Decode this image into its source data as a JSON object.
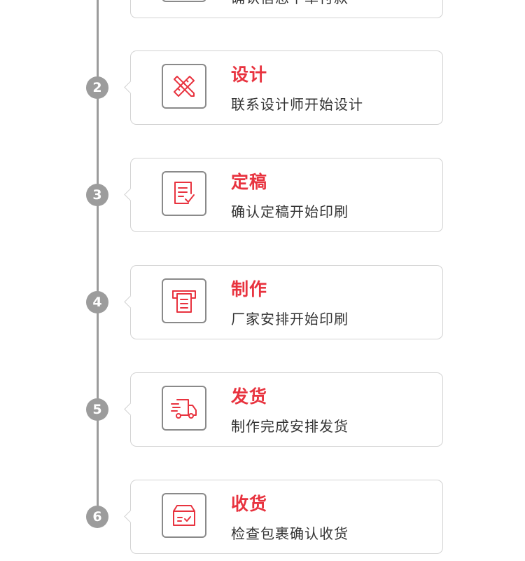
{
  "colors": {
    "accent": "#e8333f",
    "line": "#9c9c9c",
    "border": "#d3d3d3",
    "text": "#333333"
  },
  "steps": [
    {
      "number": "",
      "title": "",
      "desc": "确认信息下单付款",
      "icon": "partial-icon"
    },
    {
      "number": "2",
      "title": "设计",
      "desc": "联系设计师开始设计",
      "icon": "pencil-ruler-icon"
    },
    {
      "number": "3",
      "title": "定稿",
      "desc": "确认定稿开始印刷",
      "icon": "document-check-icon"
    },
    {
      "number": "4",
      "title": "制作",
      "desc": "厂家安排开始印刷",
      "icon": "printer-icon"
    },
    {
      "number": "5",
      "title": "发货",
      "desc": "制作完成安排发货",
      "icon": "delivery-truck-icon"
    },
    {
      "number": "6",
      "title": "收货",
      "desc": "检查包裹确认收货",
      "icon": "package-icon"
    }
  ]
}
